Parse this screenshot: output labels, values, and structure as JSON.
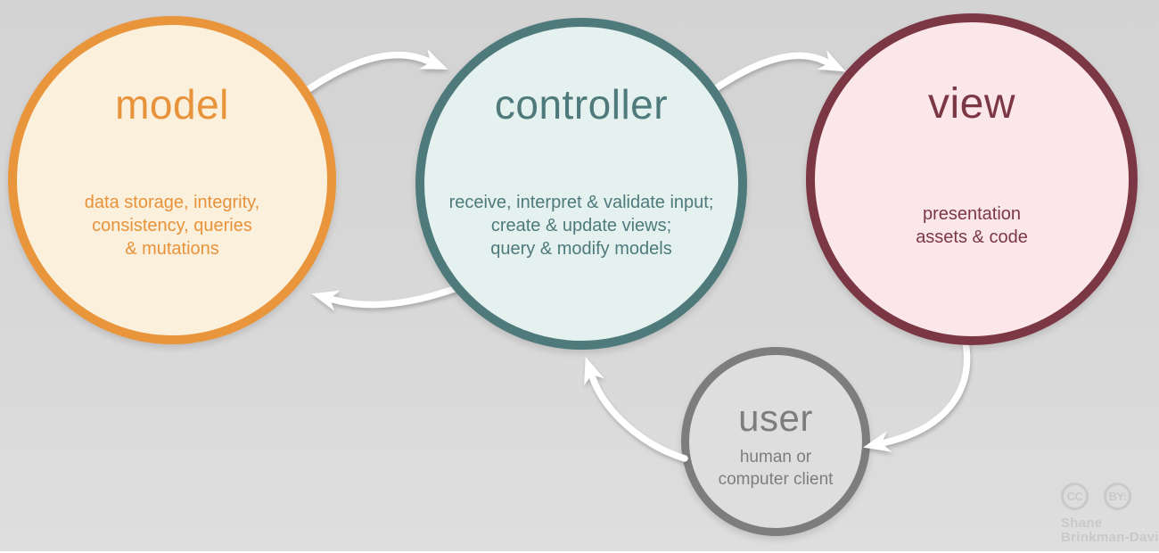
{
  "canvas": {
    "background_top": "#d3d3d3",
    "background_bottom": "#dedede",
    "bottom_strip_color": "#ffffff",
    "arrow_color": "#ffffff"
  },
  "nodes": {
    "model": {
      "title": "model",
      "desc": [
        "data storage, integrity,",
        "consistency, queries",
        "& mutations"
      ],
      "border_color": "#e9953c",
      "fill_color": "#faf0dc",
      "text_color": "#e8923a"
    },
    "controller": {
      "title": "controller",
      "desc": [
        "receive, interpret & validate input;",
        "create & update views;",
        "query & modify models"
      ],
      "border_color": "#4e7a7b",
      "fill_color": "#e4f1ef",
      "text_color": "#4e7a7b"
    },
    "view": {
      "title": "view",
      "desc": [
        "presentation",
        "assets & code"
      ],
      "border_color": "#7c3744",
      "fill_color": "#fbe7e9",
      "text_color": "#7c3744"
    },
    "user": {
      "title": "user",
      "desc": [
        "human or",
        "computer client"
      ],
      "border_color": "#7d7d7d",
      "fill_color": "#dedede",
      "text_color": "#7d7d7d"
    }
  },
  "edges": [
    {
      "from": "model",
      "to": "controller"
    },
    {
      "from": "controller",
      "to": "view"
    },
    {
      "from": "controller",
      "to": "model"
    },
    {
      "from": "user",
      "to": "controller"
    },
    {
      "from": "view",
      "to": "user"
    }
  ],
  "attribution": {
    "icons": [
      {
        "label": "CC"
      },
      {
        "label": "BY:"
      }
    ],
    "name_line1": "Shane",
    "name_line2": "Brinkman-Davis",
    "color": "#c9c9c9"
  }
}
